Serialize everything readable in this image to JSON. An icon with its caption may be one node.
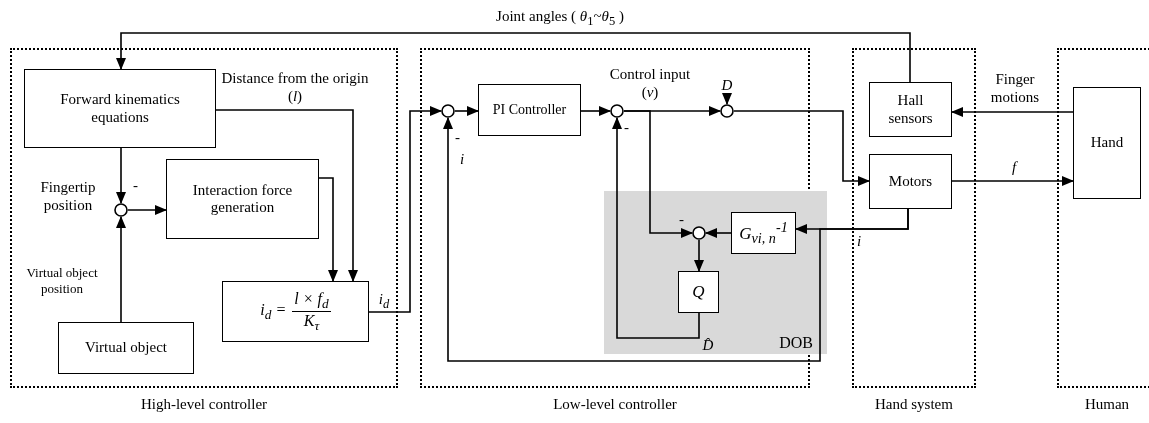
{
  "diagram": {
    "nodes": [
      {
        "text": [
          "High-level controller"
        ]
      },
      {
        "text": [
          "Forward kinematics equations"
        ],
        "in": 0
      },
      {
        "text": [],
        "shape": "circle",
        "in": 0
      },
      {
        "text": [
          "Interaction force generation"
        ],
        "in": 0
      },
      {
        "text": [
          "Virtual object"
        ],
        "in": 0
      },
      {
        "text": [
          "*i*$_{d}$ =",
          "*l* × *f*$_{d}$",
          "*K*$_{τ}$"
        ],
        "in": 0
      },
      {
        "text": [
          "Low-level controller"
        ]
      },
      {
        "text": [],
        "shape": "circle",
        "in": 6
      },
      {
        "text": [
          "PI Controller"
        ],
        "in": 6
      },
      {
        "text": [],
        "shape": "circle",
        "in": 6
      },
      {
        "text": [],
        "shape": "circle",
        "in": 6
      },
      {
        "text": [
          "DOB"
        ],
        "in": 6
      },
      {
        "text": [],
        "shape": "circle",
        "in": 11
      },
      {
        "text": [
          "G$_{vi, n}$$^{-1}$"
        ],
        "in": 11
      },
      {
        "text": [
          "Q"
        ],
        "in": 11
      },
      {
        "text": [
          "Hand system"
        ]
      },
      {
        "text": [
          "Hall sensors"
        ],
        "in": 15
      },
      {
        "text": [
          "Motors"
        ],
        "in": 15
      },
      {
        "text": [
          "Human"
        ]
      },
      {
        "text": [
          "Hand"
        ],
        "in": 18
      },
      {
        "text": [
          "D"
        ],
        "in": 6
      }
    ],
    "edges": [
      {
        "from": 16,
        "to": 1,
        "arrow": "to",
        "label": "Joint angles ( *θ*$_{1}$~*θ*$_{5}$ )"
      },
      {
        "from": 1,
        "to": 2,
        "arrow": "to",
        "label": "Fingertip position"
      },
      {
        "from": 4,
        "to": 2,
        "arrow": "to",
        "label": "Virtual object position"
      },
      {
        "from": 2,
        "to": 3,
        "arrow": "to"
      },
      {
        "from": 3,
        "to": 5,
        "arrow": "to"
      },
      {
        "from": 1,
        "to": 5,
        "arrow": "to",
        "label": "Distance from the origin (*l*)"
      },
      {
        "from": 5,
        "to": 7,
        "arrow": "to",
        "label": "i$_{d}$"
      },
      {
        "from": 7,
        "to": 8,
        "arrow": "to"
      },
      {
        "from": 8,
        "to": 9,
        "arrow": "to"
      },
      {
        "from": 9,
        "to": 10,
        "arrow": "to",
        "label": "Control input (*v*)"
      },
      {
        "from": 20,
        "to": 10,
        "arrow": "to"
      },
      {
        "from": 10,
        "to": 17,
        "arrow": "to"
      },
      {
        "from": 17,
        "to": 13,
        "arrow": "to",
        "label": "i"
      },
      {
        "from": 17,
        "to": 7,
        "arrow": "to",
        "label": "i"
      },
      {
        "from": 9,
        "to": 12,
        "arrow": "to"
      },
      {
        "from": 13,
        "to": 12,
        "arrow": "to"
      },
      {
        "from": 12,
        "to": 14,
        "arrow": "to"
      },
      {
        "from": 14,
        "to": 9,
        "arrow": "to",
        "label": "D̂"
      },
      {
        "from": 19,
        "to": 16,
        "arrow": "to",
        "label": "Finger motions"
      },
      {
        "from": 17,
        "to": 19,
        "arrow": "to",
        "label": "f"
      }
    ],
    "labels": [
      "-",
      "-",
      "-",
      "-"
    ]
  }
}
